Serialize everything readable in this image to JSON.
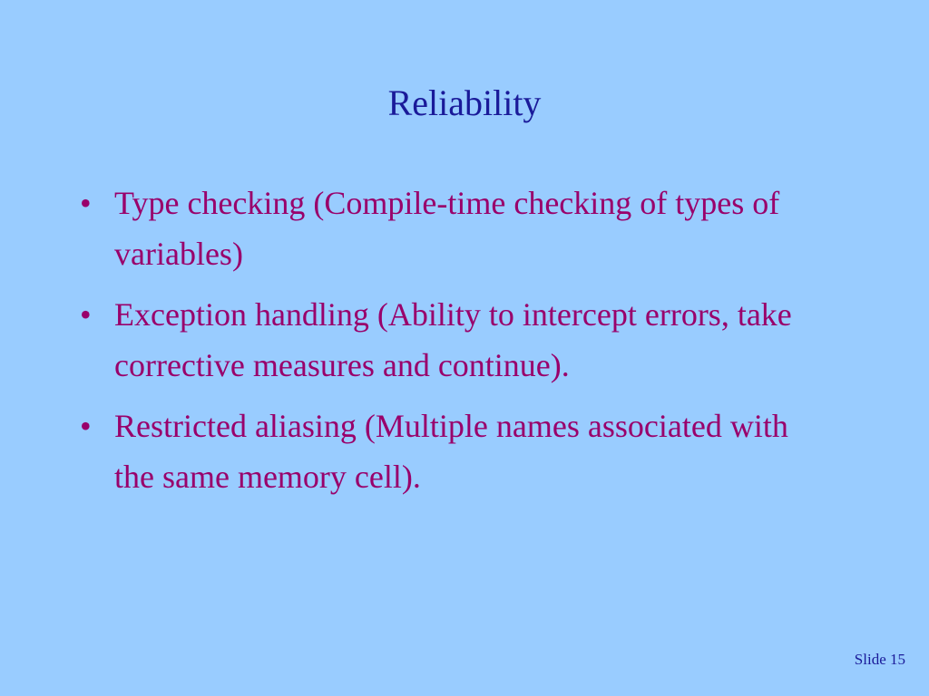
{
  "slide": {
    "title": "Reliability",
    "bullets": [
      {
        "text": "Type checking (Compile-time checking of types of variables)"
      },
      {
        "text": "Exception handling (Ability to intercept errors, take corrective measures and continue)."
      },
      {
        "text": "Restricted aliasing (Multiple names associated with the same memory cell)."
      }
    ],
    "footer": {
      "slide_number": "Slide 15"
    }
  },
  "colors": {
    "background": "#99ccff",
    "title": "#1a1a99",
    "bullet_text": "#99006b"
  }
}
